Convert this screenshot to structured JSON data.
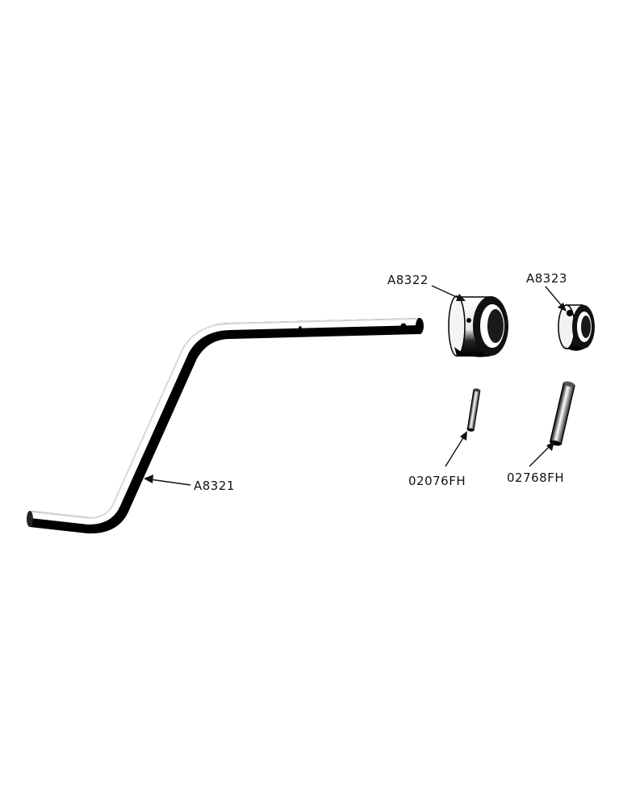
{
  "parts": {
    "crank_rod": {
      "label": "A8321"
    },
    "large_collar": {
      "label": "A8322"
    },
    "small_collar": {
      "label": "A8323"
    },
    "short_pin": {
      "label": "02076FH"
    },
    "long_pin": {
      "label": "02768FH"
    }
  },
  "colors": {
    "ink": "#111111",
    "paper": "#ffffff"
  }
}
